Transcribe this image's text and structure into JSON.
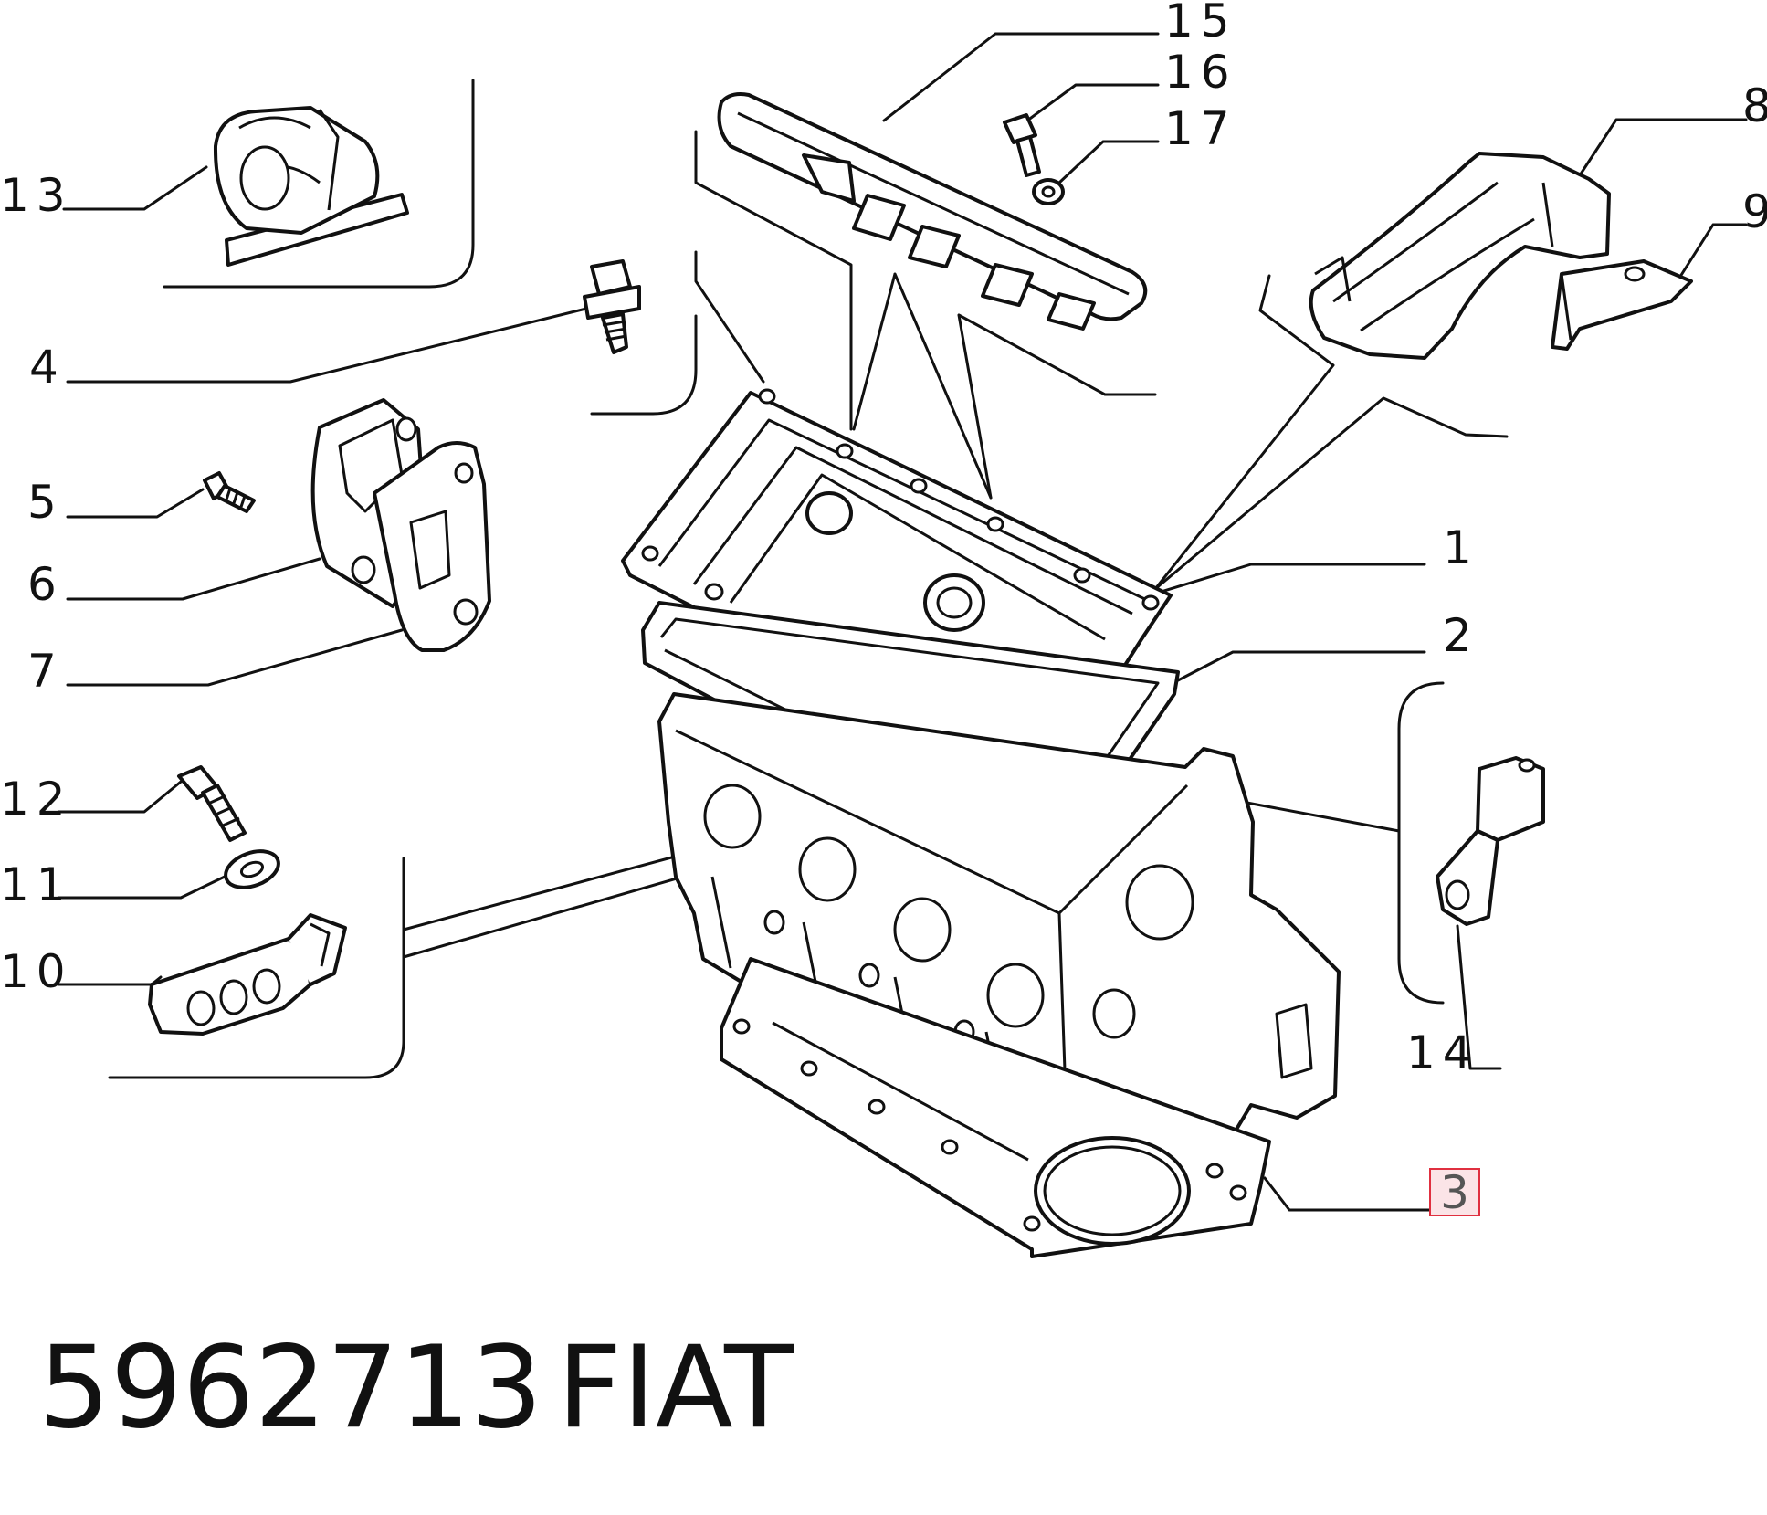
{
  "callouts": {
    "c1": "1",
    "c2": "2",
    "c3": "3",
    "c4": "4",
    "c5": "5",
    "c6": "6",
    "c7": "7",
    "c8": "8",
    "c9": "9",
    "c10": "10",
    "c11": "11",
    "c12": "12",
    "c13": "13",
    "c14": "14",
    "c15": "15",
    "c16": "16",
    "c17": "17"
  },
  "highlight": {
    "callout": "3",
    "color": "#e03040"
  },
  "footer": {
    "part_number": "5962713",
    "brand": "FIAT"
  },
  "colors": {
    "ink": "#111111",
    "background": "#ffffff"
  }
}
